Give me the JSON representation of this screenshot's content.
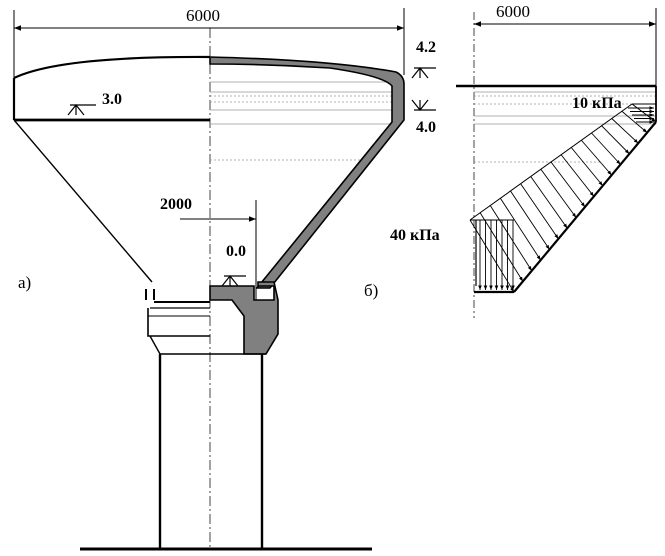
{
  "panel_a": {
    "caption": "а)",
    "dim_top": "6000",
    "dim_inner": "2000",
    "level_rim": "4.2",
    "level_inner": "3.0",
    "level_bottom": "4.0",
    "level_base": "0.0"
  },
  "panel_b": {
    "caption": "б)",
    "dim_top": "6000",
    "load_top": "10 кПа",
    "load_bottom": "40 кПа"
  },
  "colors": {
    "line": "#000000",
    "fill_section": "#808080",
    "guide": "#999999"
  }
}
